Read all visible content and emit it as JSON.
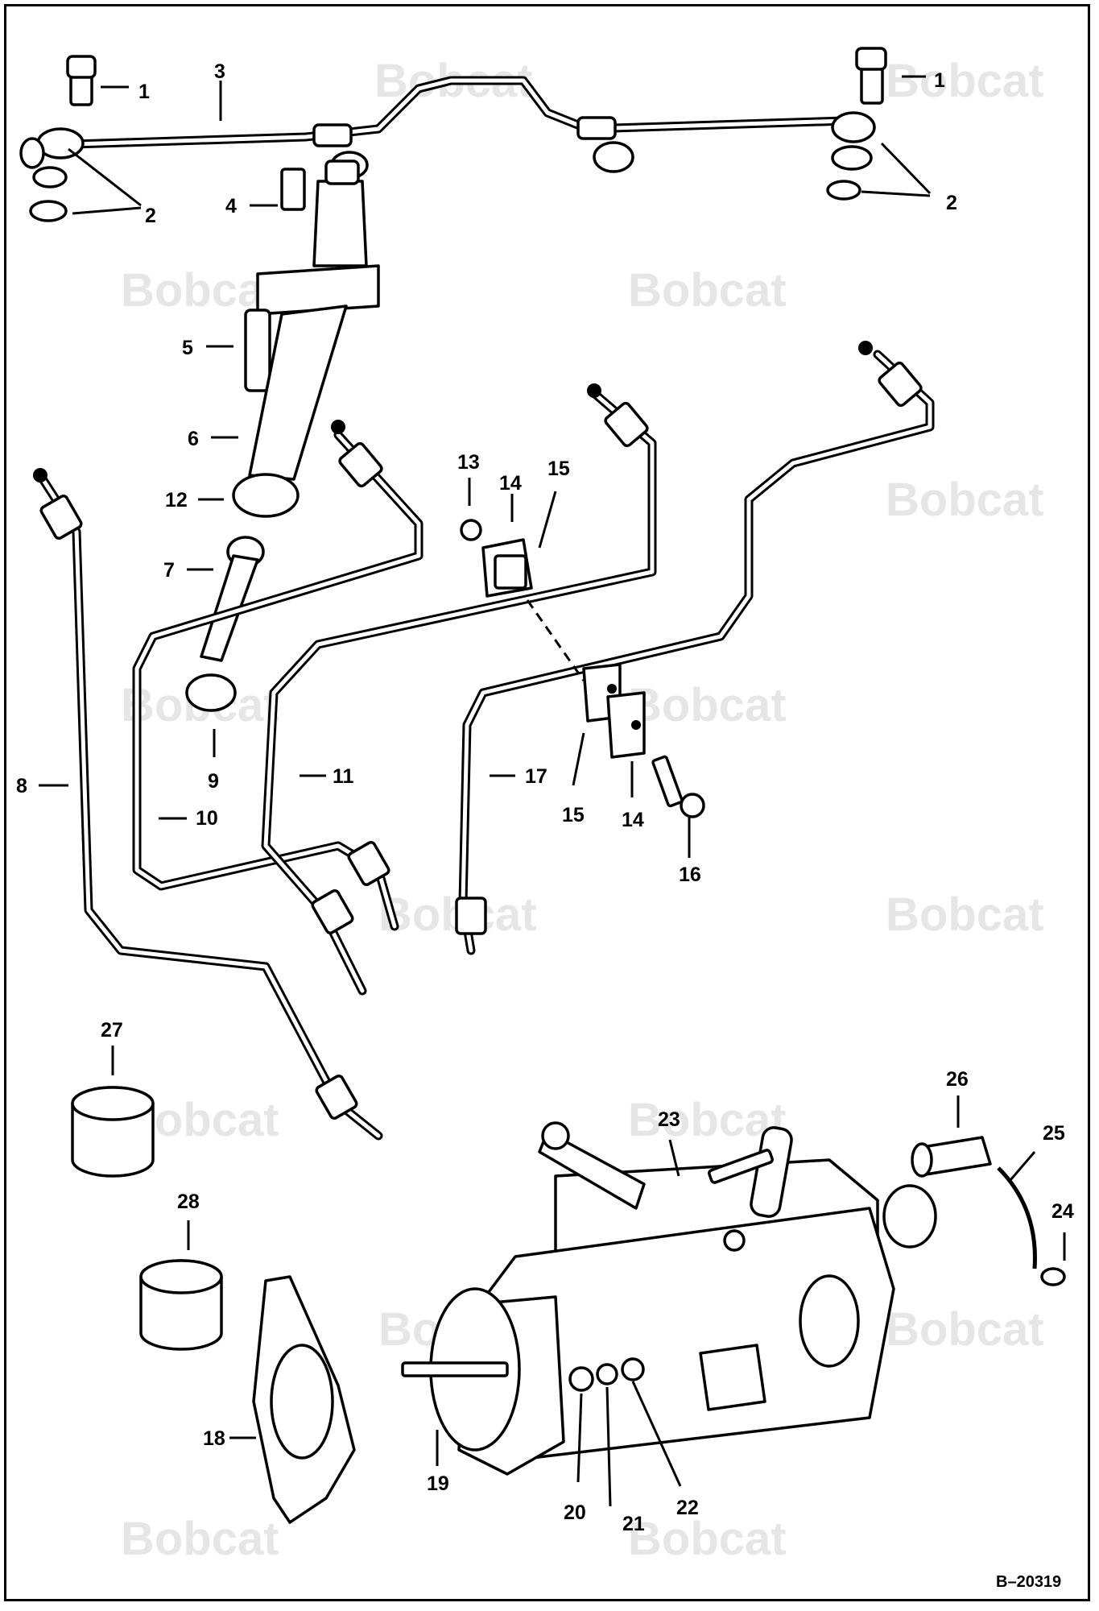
{
  "diagram": {
    "reference": "B–20319",
    "watermark": "Bobcat",
    "callouts": [
      {
        "id": "c1a",
        "label": "1"
      },
      {
        "id": "c1b",
        "label": "1"
      },
      {
        "id": "c2a",
        "label": "2"
      },
      {
        "id": "c2b",
        "label": "2"
      },
      {
        "id": "c3",
        "label": "3"
      },
      {
        "id": "c4",
        "label": "4"
      },
      {
        "id": "c5",
        "label": "5"
      },
      {
        "id": "c6",
        "label": "6"
      },
      {
        "id": "c7",
        "label": "7"
      },
      {
        "id": "c8",
        "label": "8"
      },
      {
        "id": "c9",
        "label": "9"
      },
      {
        "id": "c10",
        "label": "10"
      },
      {
        "id": "c11",
        "label": "11"
      },
      {
        "id": "c12",
        "label": "12"
      },
      {
        "id": "c13",
        "label": "13"
      },
      {
        "id": "c14a",
        "label": "14"
      },
      {
        "id": "c14b",
        "label": "14"
      },
      {
        "id": "c15a",
        "label": "15"
      },
      {
        "id": "c15b",
        "label": "15"
      },
      {
        "id": "c16",
        "label": "16"
      },
      {
        "id": "c17",
        "label": "17"
      },
      {
        "id": "c18",
        "label": "18"
      },
      {
        "id": "c19",
        "label": "19"
      },
      {
        "id": "c20",
        "label": "20"
      },
      {
        "id": "c21",
        "label": "21"
      },
      {
        "id": "c22",
        "label": "22"
      },
      {
        "id": "c23",
        "label": "23"
      },
      {
        "id": "c24",
        "label": "24"
      },
      {
        "id": "c25",
        "label": "25"
      },
      {
        "id": "c26",
        "label": "26"
      },
      {
        "id": "c27",
        "label": "27"
      },
      {
        "id": "c28",
        "label": "28"
      }
    ]
  }
}
